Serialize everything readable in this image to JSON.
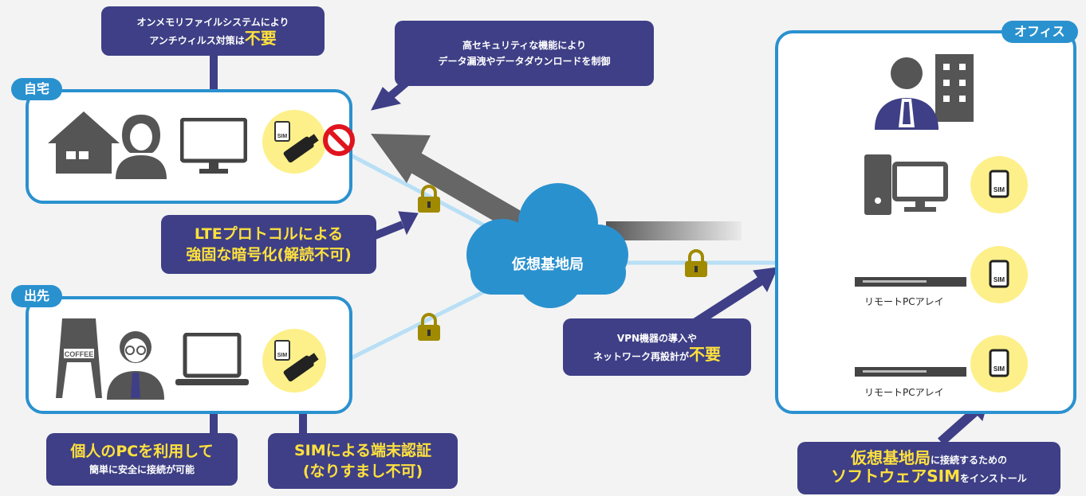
{
  "locations": {
    "home": "自宅",
    "outside": "出先",
    "office": "オフィス"
  },
  "cloud": {
    "label": "仮想基地局"
  },
  "callouts": {
    "onmemory": {
      "line1": "オンメモリファイルシステムにより",
      "line2_pre": "アンチウィルス対策は",
      "line2_em": "不要"
    },
    "security": {
      "line1": "高セキュリティな機能により",
      "line2": "データ漏洩やデータダウンロードを制御"
    },
    "lte": {
      "line1": "LTEプロトコルによる",
      "line2": "強固な暗号化(解読不可)"
    },
    "pc": {
      "line1": "個人のPCを利用して",
      "line2": "簡単に安全に接続が可能"
    },
    "sim": {
      "line1": "SIMによる端末認証",
      "line2": "(なりすまし不可)"
    },
    "vpn": {
      "line1": "VPN機器の導入や",
      "line2_pre": "ネットワーク再設計が",
      "line2_em": "不要"
    },
    "software_sim": {
      "line1_em": "仮想基地局",
      "line1_post": "に接続するための",
      "line2_em": "ソフトウェアSIM",
      "line2_post": "をインストール"
    }
  },
  "icons": {
    "sim_label": "SIM",
    "coffee_label": "COFFEE"
  },
  "office_devices": [
    {
      "label": ""
    },
    {
      "label": "リモートPCアレイ"
    },
    {
      "label": "リモートPCアレイ"
    }
  ],
  "colors": {
    "panel_border": "#2a91cf",
    "callout_bg": "#3e3f86",
    "highlight": "#ffe13d",
    "sim_circle": "#fdf08a",
    "icon_gray": "#555555",
    "lock": "#a08a00",
    "line_lightblue": "#b8dff5"
  }
}
